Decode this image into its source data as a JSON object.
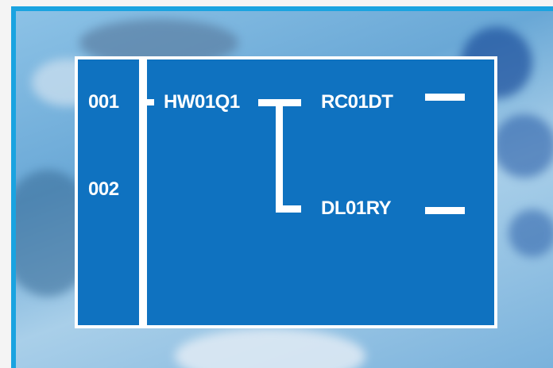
{
  "rows": [
    {
      "number": "001"
    },
    {
      "number": "002"
    }
  ],
  "nodes": {
    "input": "HW01Q1",
    "output_top": "RC01DT",
    "output_bottom": "DL01RY"
  },
  "colors": {
    "panel": "#0f72c0",
    "frame_border": "#1aa3e0",
    "line": "#ffffff"
  }
}
